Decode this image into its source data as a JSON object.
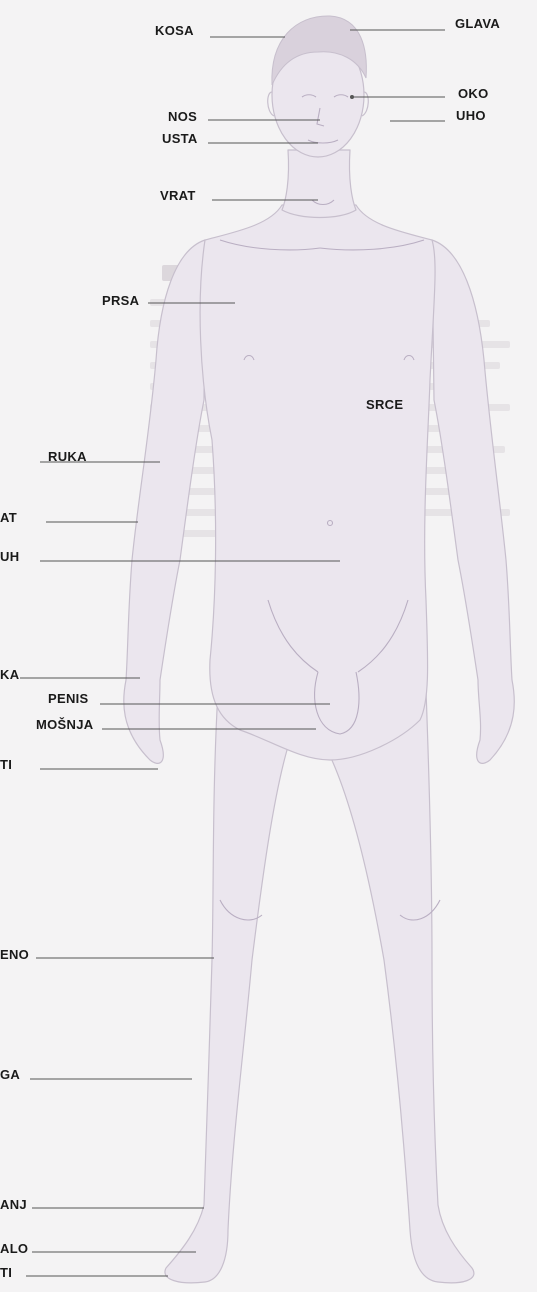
{
  "labels": {
    "kosa": "KOSA",
    "glava": "GLAVA",
    "oko": "OKO",
    "nos": "NOS",
    "uho": "UHO",
    "usta": "USTA",
    "vrat": "VRAT",
    "prsa": "PRSA",
    "srce": "SRCE",
    "ruka": "RUKA",
    "lakat": "AT",
    "trbuh": "UH",
    "saka": "KA",
    "penis": "PENIS",
    "mosnja": "MOŠNJA",
    "prsti": "TI",
    "koljeno": "ENO",
    "noga": "GA",
    "glezanj": "ANJ",
    "stopalo": "ALO",
    "prsti_noge": "TI"
  },
  "colors": {
    "background": "#f4f3f4",
    "body_fill": "#ebe6ee",
    "body_stroke": "#c7bfcd",
    "hair": "#d9d1dc",
    "leader_line": "#555555",
    "label_text": "#1a1a1a"
  }
}
